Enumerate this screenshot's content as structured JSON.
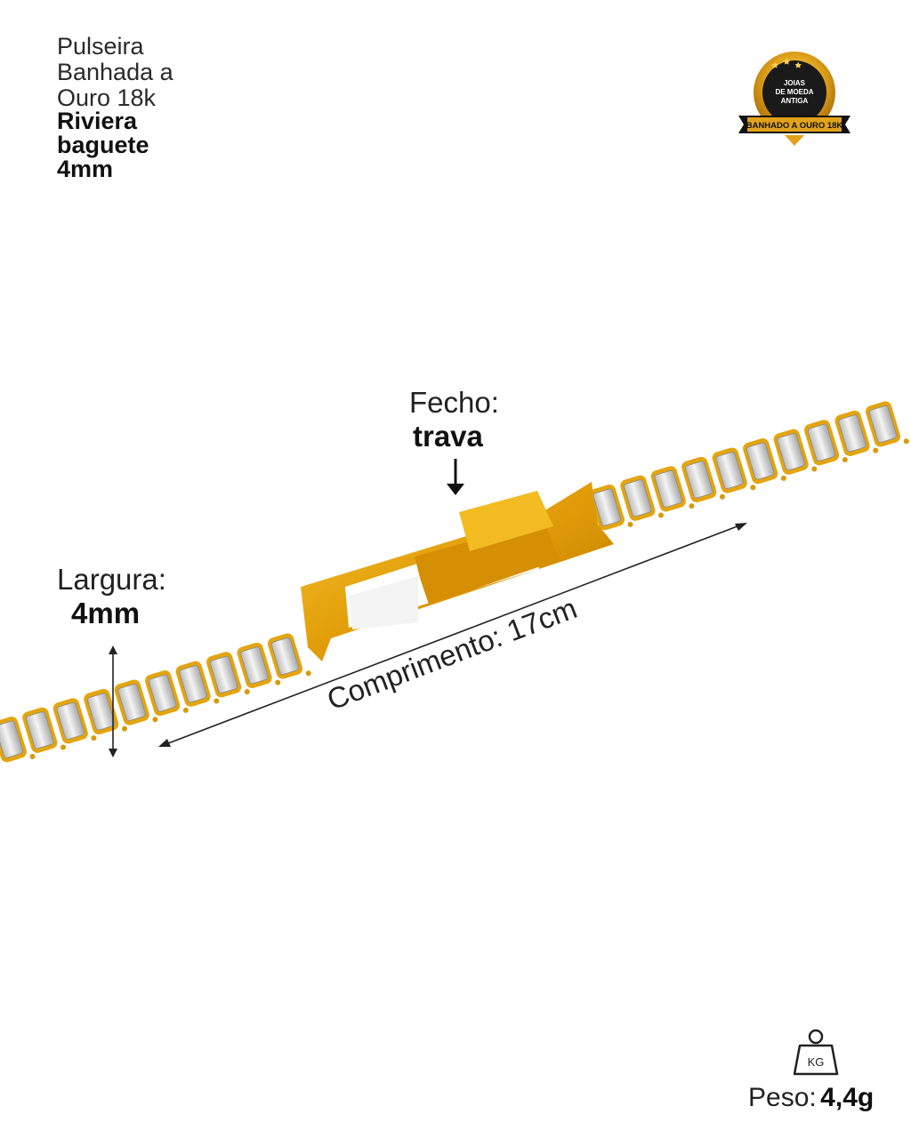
{
  "product": {
    "title_lines": [
      "Pulseira",
      "Banhada a",
      "Ouro 18k"
    ],
    "name_lines": [
      "Riviera",
      "baguete",
      "4mm"
    ]
  },
  "badge": {
    "lines": [
      "JOIAS",
      "DE MOEDA",
      "ANTIGA"
    ],
    "ribbon": "BANHADO A OURO 18K",
    "colors": {
      "gold": "#e0a21a",
      "dark": "#1a1a1a"
    }
  },
  "clasp": {
    "label": "Fecho:",
    "value": "trava"
  },
  "width": {
    "label": "Largura:",
    "value": "4mm"
  },
  "length": {
    "label": "Comprimento: 17cm"
  },
  "weight": {
    "icon_text": "KG",
    "label": "Peso:",
    "value": "4,4g"
  },
  "colors": {
    "gold": "#e3a50f",
    "stone": "#e6e6e6",
    "text": "#1b1b1b"
  }
}
